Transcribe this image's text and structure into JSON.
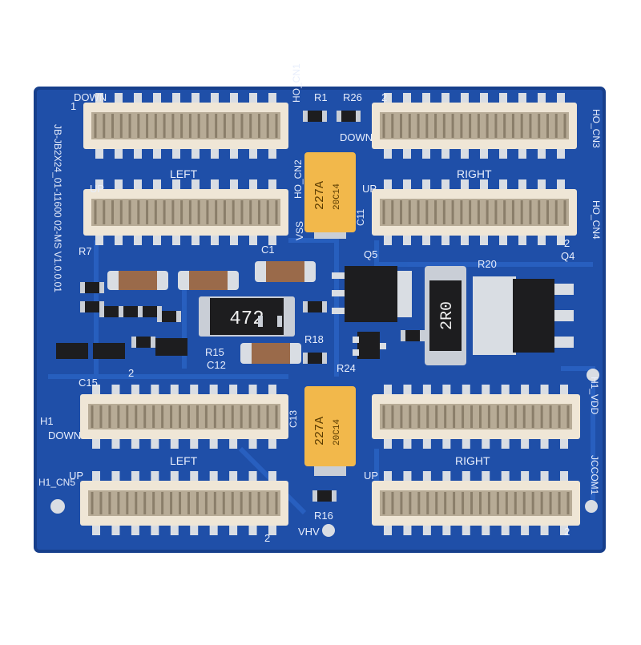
{
  "board": {
    "colors": {
      "substrate": "#1f4fa8",
      "substrate_dark": "#173f8c",
      "trace": "#2a63c4",
      "silkscreen": "#e8eefc",
      "connector_body": "#efe6d6",
      "connector_slot": "#b7ab96",
      "pin": "#d9dde3",
      "pad": "#c9ced6",
      "tantalum": "#f2b84b",
      "ic_black": "#1d1d1f",
      "ceramic": "#9a6a4a"
    },
    "version_text": "JB-JB2X24_01-11600 02-MS V1.0.0.01",
    "labels": {
      "down_top": "DOWN",
      "left_top": "LEFT",
      "right_top": "RIGHT",
      "up_tl": "UP",
      "up_tr": "UP",
      "left_bottom": "LEFT",
      "right_bottom": "RIGHT",
      "up_bl": "UP",
      "up_br": "UP",
      "down_mid": "DOWN",
      "down_bl": "DOWN",
      "ho_cn1": "HO_CN1",
      "ho_cn2": "HO_CN2",
      "ho_cn3": "HO_CN3",
      "ho_cn4": "HO_CN4",
      "h1_cn5": "H1_CN5",
      "h1_vdd": "H1_VDD",
      "h1": "H1",
      "jccom1": "JCCOM1",
      "vss": "VSS",
      "vhv": "VHV",
      "two_tr": "2",
      "two_mr": "2",
      "two_br": "2",
      "two_bm": "2",
      "two_ml": "2",
      "one": "1"
    },
    "refs": {
      "r1": "R1",
      "r26": "R26",
      "r7": "R7",
      "r15": "R15",
      "r16": "R16",
      "r18": "R18",
      "r20": "R20",
      "r24": "R24",
      "c1": "C1",
      "c11": "C11",
      "c12": "C12",
      "c13": "C13",
      "c15": "C15",
      "q4": "Q4",
      "q5": "Q5"
    },
    "chip_markings": {
      "resistor_472": "472",
      "resistor_2r0": "2R0",
      "tantalum_top_value": "227A",
      "tantalum_top_code": "20C14",
      "tantalum_bottom_value": "227A",
      "tantalum_bottom_code": "20C14"
    }
  }
}
